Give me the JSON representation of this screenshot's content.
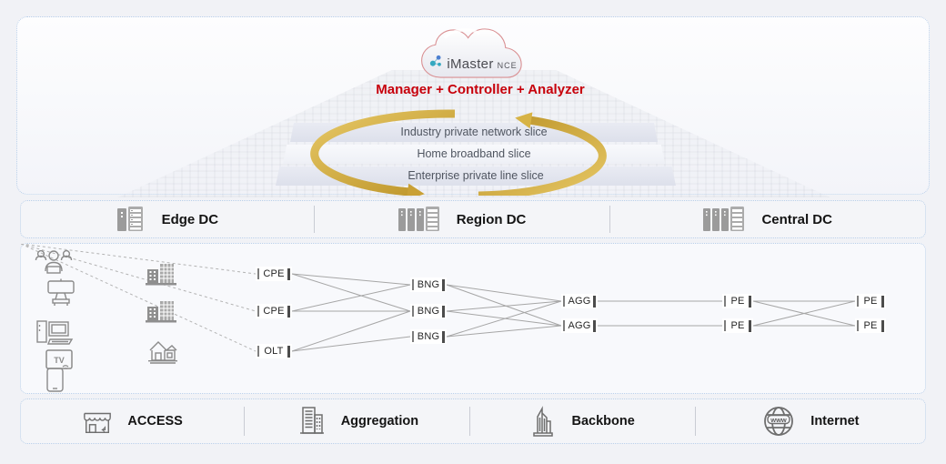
{
  "colors": {
    "accent_red": "#c7000b",
    "gold": "#c9a035",
    "panel_border": "#b9cfe9",
    "icon_gray": "#8d8d8d"
  },
  "cloud": {
    "brand": "iMaster",
    "suffix": "NCE"
  },
  "top": {
    "headline": "Manager + Controller + Analyzer",
    "slices": [
      {
        "label": "Industry private network slice"
      },
      {
        "label": "Home broadband slice"
      },
      {
        "label": "Enterprise private line slice"
      }
    ]
  },
  "dc": {
    "items": [
      {
        "label": "Edge DC"
      },
      {
        "label": "Region DC"
      },
      {
        "label": "Central DC"
      }
    ]
  },
  "network": {
    "tv_label": "TV",
    "nodes": [
      {
        "id": "cpe1",
        "label": "CPE"
      },
      {
        "id": "cpe2",
        "label": "CPE"
      },
      {
        "id": "olt",
        "label": "OLT"
      },
      {
        "id": "bng1",
        "label": "BNG"
      },
      {
        "id": "bng2",
        "label": "BNG"
      },
      {
        "id": "bng3",
        "label": "BNG"
      },
      {
        "id": "agg1",
        "label": "AGG"
      },
      {
        "id": "agg2",
        "label": "AGG"
      },
      {
        "id": "pe1",
        "label": "PE"
      },
      {
        "id": "pe2",
        "label": "PE"
      },
      {
        "id": "pe3",
        "label": "PE"
      },
      {
        "id": "pe4",
        "label": "PE"
      }
    ],
    "links": [
      {
        "from": "users-meeting",
        "to": "bld1",
        "style": "dashed"
      },
      {
        "from": "users-projector",
        "to": "bld1",
        "style": "dashed"
      },
      {
        "from": "users-pc",
        "to": "house",
        "style": "dashed"
      },
      {
        "from": "users-tv",
        "to": "house",
        "style": "dashed"
      },
      {
        "from": "users-phone",
        "to": "house",
        "style": "dashed"
      },
      {
        "from": "bld1",
        "to": "cpe1",
        "style": "dashed"
      },
      {
        "from": "bld2",
        "to": "cpe2",
        "style": "dashed"
      },
      {
        "from": "house",
        "to": "olt",
        "style": "dashed"
      },
      {
        "from": "cpe1",
        "to": "bng1",
        "style": "solid"
      },
      {
        "from": "cpe1",
        "to": "bng2",
        "style": "solid"
      },
      {
        "from": "cpe2",
        "to": "bng1",
        "style": "solid"
      },
      {
        "from": "cpe2",
        "to": "bng2",
        "style": "solid"
      },
      {
        "from": "olt",
        "to": "bng2",
        "style": "solid"
      },
      {
        "from": "olt",
        "to": "bng3",
        "style": "solid"
      },
      {
        "from": "bng1",
        "to": "agg1",
        "style": "solid"
      },
      {
        "from": "bng1",
        "to": "agg2",
        "style": "solid"
      },
      {
        "from": "bng2",
        "to": "agg1",
        "style": "solid"
      },
      {
        "from": "bng2",
        "to": "agg2",
        "style": "solid"
      },
      {
        "from": "bng3",
        "to": "agg1",
        "style": "solid"
      },
      {
        "from": "bng3",
        "to": "agg2",
        "style": "solid"
      },
      {
        "from": "agg1",
        "to": "pe1",
        "style": "solid"
      },
      {
        "from": "agg2",
        "to": "pe2",
        "style": "solid"
      },
      {
        "from": "pe1",
        "to": "pe3",
        "style": "solid"
      },
      {
        "from": "pe1",
        "to": "pe4",
        "style": "solid"
      },
      {
        "from": "pe2",
        "to": "pe3",
        "style": "solid"
      },
      {
        "from": "pe2",
        "to": "pe4",
        "style": "solid"
      }
    ]
  },
  "legend": {
    "www_label": "www",
    "items": [
      {
        "label": "ACCESS"
      },
      {
        "label": "Aggregation"
      },
      {
        "label": "Backbone"
      },
      {
        "label": "Internet"
      }
    ]
  }
}
